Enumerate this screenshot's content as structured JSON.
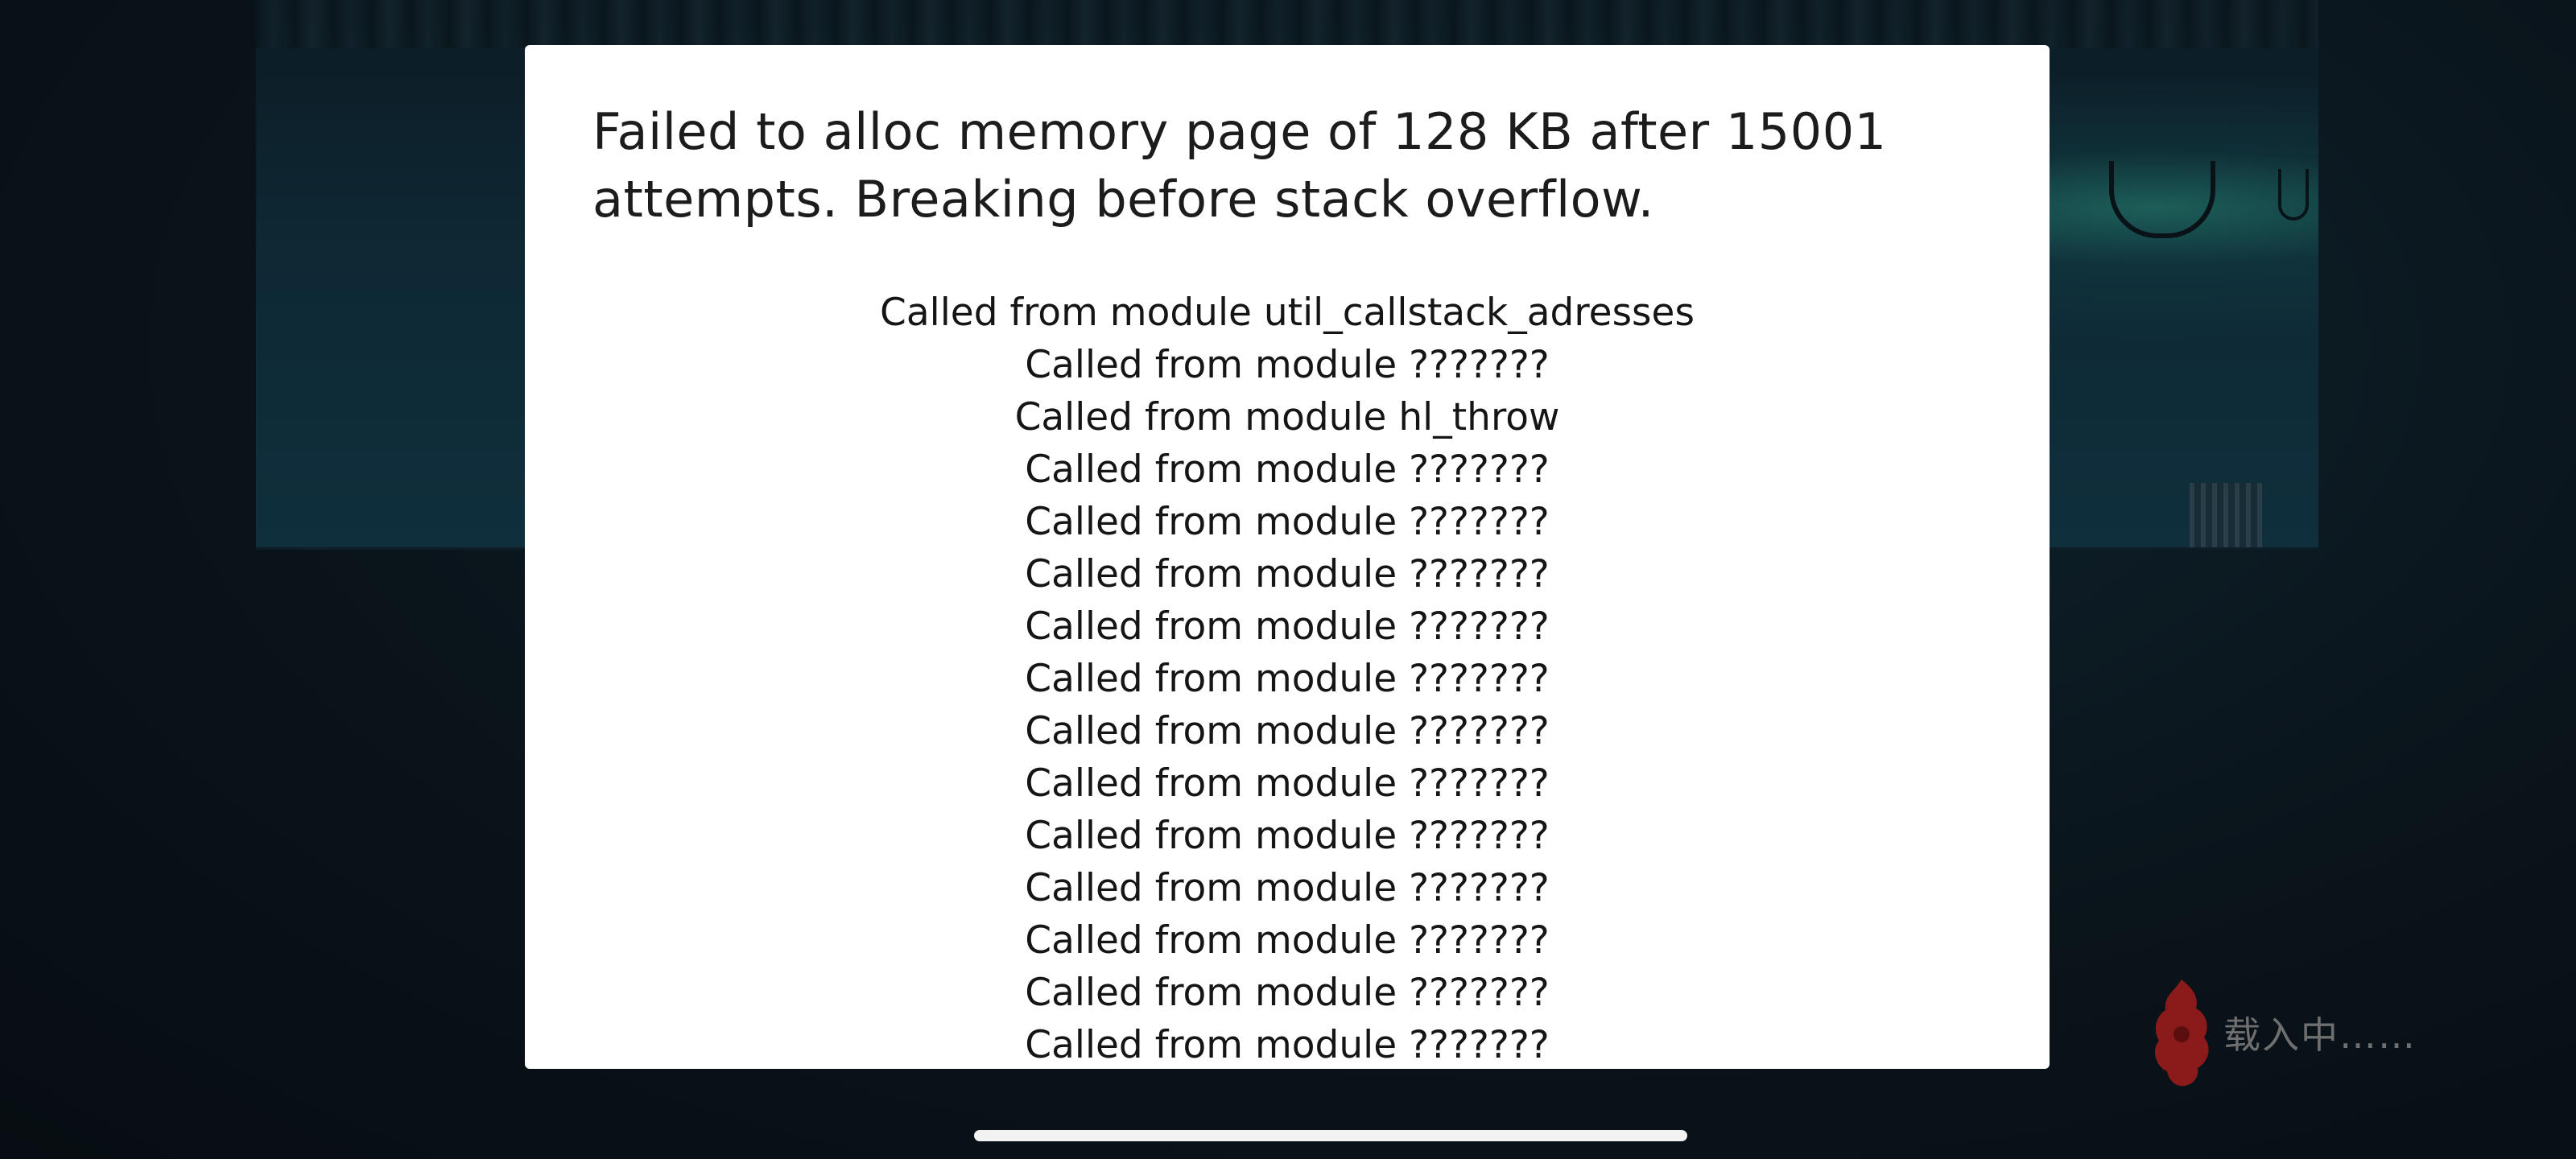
{
  "dialog": {
    "title": "Failed to alloc memory page of 128 KB after 15001 attempts. Breaking before stack overflow.",
    "callstack": [
      "Called from module util_callstack_adresses",
      "Called from module ???????",
      "Called from module hl_throw",
      "Called from module ???????",
      "Called from module ???????",
      "Called from module ???????",
      "Called from module ???????",
      "Called from module ???????",
      "Called from module ???????",
      "Called from module ???????",
      "Called from module ???????",
      "Called from module ???????",
      "Called from module ???????",
      "Called from module ???????",
      "Called from module ???????"
    ]
  },
  "loading": {
    "text": "载入中……",
    "icon": "flame-icon",
    "icon_color": "#8b1a1a"
  },
  "colors": {
    "background": "#0a1218",
    "dialog_bg": "#ffffff",
    "text": "#1c1c1c",
    "home_indicator": "#f2f2f2"
  }
}
